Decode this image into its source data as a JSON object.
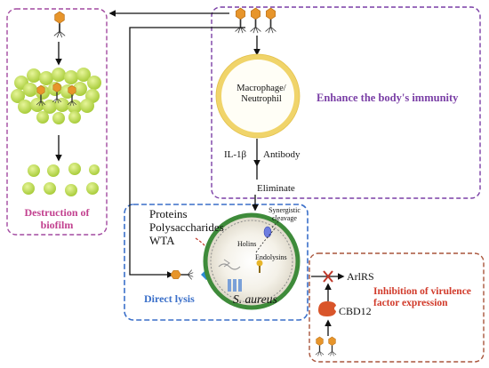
{
  "labels": {
    "destruction": "Destruction of biofilm",
    "immunity": "Enhance the body's immunity",
    "macrophage": "Macrophage/ Neutrophil",
    "il1b": "IL-1β",
    "antibody": "Antibody",
    "eliminate": "Eliminate",
    "proteins": "Proteins",
    "polysaccharides": "Polysaccharides",
    "wta": "WTA",
    "direct_lysis": "Direct lysis",
    "s_aureus": "S. aureus",
    "synergistic": "Synergistic cleavage",
    "holins": "Holins",
    "endolysins": "Endolysins",
    "arlrs": "ArlRS",
    "inhibition": "Inhibition of virulence factor expression",
    "cbd12": "CBD12"
  },
  "colors": {
    "biofilm_box": "#a24aa0",
    "immunity_box": "#7a3fa6",
    "lysis_box": "#3a6fc9",
    "virulence_box": "#a9553c",
    "phage_head": "#e7952b",
    "bacteria": "#c9e45a",
    "macrophage_ring": "#f0d46a",
    "cell_wall": "#3e8b3a",
    "cbd12": "#d9552a",
    "inhibit_x": "#c0392b"
  }
}
